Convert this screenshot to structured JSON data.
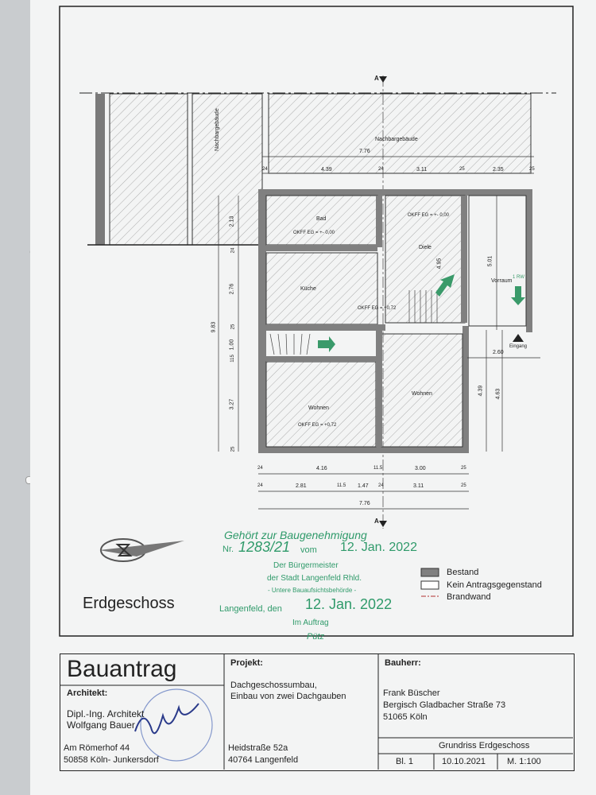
{
  "plan": {
    "title": "Erdgeschoss",
    "section_label": "A",
    "neighbor_label": "Nachbargebäude",
    "rooms": {
      "bad": "Bad",
      "kueche": "Küche",
      "diele": "Diele",
      "vorraum": "Vorraum",
      "wohnen_left": "Wohnen",
      "wohnen_right": "Wohnen",
      "eingang": "Eingang",
      "rw": "1 RW"
    },
    "levels": {
      "bad": "OKFF EG = +- 0,00",
      "diele": "OKFF EG = +- 0,00",
      "mid": "OKFF EG = +0,72",
      "wohnen": "OKFF EG = +0,72"
    },
    "dims_top": [
      "7.76",
      "4.39",
      "24",
      "3.11",
      "25",
      "2.35",
      "24",
      "25"
    ],
    "dims_left": [
      "9.83",
      "2.13",
      "24",
      "2.76",
      "25",
      "1.00",
      "115",
      "3.27",
      "25"
    ],
    "dims_right": [
      "4.95",
      "5.01",
      "2.60",
      "4.39",
      "4.63"
    ],
    "dims_bottom_row1": [
      "24",
      "4.16",
      "11.5",
      "3.00",
      "25"
    ],
    "dims_bottom_row2": [
      "24",
      "2.81",
      "11.5",
      "1.47",
      "24",
      "3.11",
      "25"
    ],
    "dims_bottom_total": "7.76"
  },
  "legend": {
    "bestand": "Bestand",
    "kein": "Kein Antragsgegenstand",
    "brandwand": "Brandwand"
  },
  "stamp": {
    "line1": "Gehört zur Baugenehmigung",
    "nr_label": "Nr.",
    "nr_value": "1283/21",
    "vom": "vom",
    "date": "12. Jan. 2022",
    "line2": "Der Bürgermeister",
    "line3": "der Stadt Langenfeld Rhld.",
    "line4": "- Untere Bauaufsichtsbehörde -",
    "place": "Langenfeld, den",
    "date2": "12. Jan. 2022",
    "auftrag": "Im Auftrag",
    "signature": "Pütz"
  },
  "titleblock": {
    "doc_title": "Bauantrag",
    "architekt_label": "Architekt:",
    "architekt_name1": "Dipl.-Ing. Architekt",
    "architekt_name2": "Wolfgang Bauer",
    "architekt_addr1": "Am Römerhof 44",
    "architekt_addr2": "50858 Köln- Junkersdorf",
    "projekt_label": "Projekt:",
    "projekt_line1": "Dachgeschossumbau,",
    "projekt_line2": "Einbau von zwei Dachgauben",
    "projekt_addr1": "Heidstraße 52a",
    "projekt_addr2": "40764 Langenfeld",
    "bauherr_label": "Bauherr:",
    "bauherr_name": "Frank Büscher",
    "bauherr_addr1": "Bergisch Gladbacher Straße 73",
    "bauherr_addr2": "51065 Köln",
    "sheet_title": "Grundriss Erdgeschoss",
    "blatt": "Bl. 1",
    "datum": "10.10.2021",
    "massstab": "M. 1:100"
  }
}
